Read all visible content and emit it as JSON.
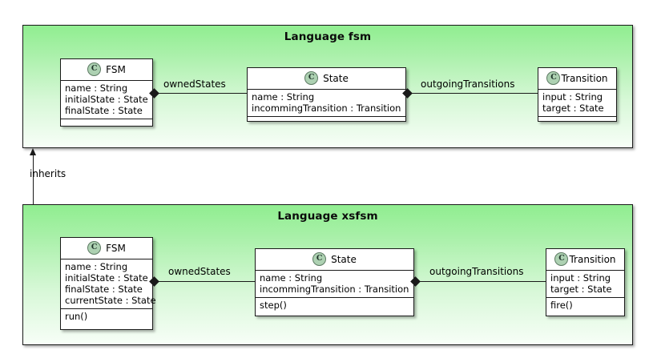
{
  "diagram": {
    "type": "uml-class-diagram",
    "packages": [
      {
        "id": "fsm",
        "title": "Language fsm",
        "classes": [
          {
            "id": "fsm-FSM",
            "icon": "class-circle-icon",
            "icon_letter": "C",
            "name": "FSM",
            "attributes": [
              "name : String",
              "initialState : State",
              "finalState : State"
            ],
            "operations": []
          },
          {
            "id": "fsm-State",
            "icon": "class-circle-icon",
            "icon_letter": "C",
            "name": "State",
            "attributes": [
              "name : String",
              "incommingTransition : Transition"
            ],
            "operations": []
          },
          {
            "id": "fsm-Transition",
            "icon": "class-circle-icon",
            "icon_letter": "C",
            "name": "Transition",
            "attributes": [
              "input : String",
              "target : State"
            ],
            "operations": []
          }
        ],
        "associations": [
          {
            "id": "fsm-ownedStates",
            "label": "ownedStates",
            "kind": "composition",
            "source": "FSM",
            "target": "State"
          },
          {
            "id": "fsm-outgoingTransitions",
            "label": "outgoingTransitions",
            "kind": "composition",
            "source": "State",
            "target": "Transition"
          }
        ]
      },
      {
        "id": "xsfsm",
        "title": "Language xsfsm",
        "classes": [
          {
            "id": "xsfsm-FSM",
            "icon": "class-circle-icon",
            "icon_letter": "C",
            "name": "FSM",
            "attributes": [
              "name : String",
              "initialState : State",
              "finalState : State",
              "currentState : State"
            ],
            "operations": [
              "run()"
            ]
          },
          {
            "id": "xsfsm-State",
            "icon": "class-circle-icon",
            "icon_letter": "C",
            "name": "State",
            "attributes": [
              "name : String",
              "incommingTransition : Transition"
            ],
            "operations": [
              "step()"
            ]
          },
          {
            "id": "xsfsm-Transition",
            "icon": "class-circle-icon",
            "icon_letter": "C",
            "name": "Transition",
            "attributes": [
              "input : String",
              "target : State"
            ],
            "operations": [
              "fire()"
            ]
          }
        ],
        "associations": [
          {
            "id": "xsfsm-ownedStates",
            "label": "ownedStates",
            "kind": "composition",
            "source": "FSM",
            "target": "State"
          },
          {
            "id": "xsfsm-outgoingTransitions",
            "label": "outgoingTransitions",
            "kind": "composition",
            "source": "State",
            "target": "Transition"
          }
        ]
      }
    ],
    "package_relation": {
      "id": "inherits-relation",
      "label": "inherits",
      "kind": "generalization",
      "source": "Language xsfsm",
      "target": "Language fsm"
    },
    "colors": {
      "package_fill_top": "#90ee90",
      "package_fill_bottom": "#f7fef7",
      "class_fill": "#ffffff",
      "line": "#1a1a1a",
      "icon_fill": "#add1b2",
      "icon_border": "#5d7a63"
    }
  }
}
